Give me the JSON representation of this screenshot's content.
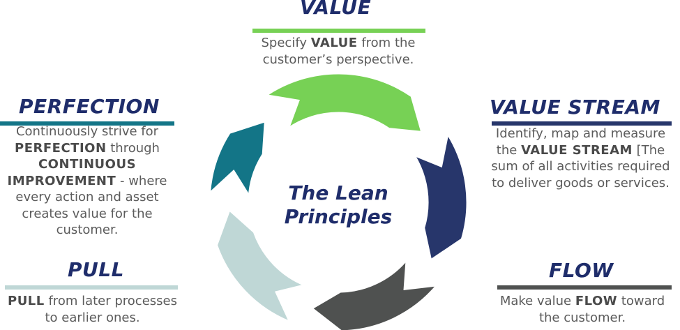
{
  "center": {
    "line1": "The Lean",
    "line2": "Principles"
  },
  "colors": {
    "value": "#77d155",
    "value_stream": "#27366b",
    "flow": "#4f5150",
    "pull": "#bfd7d6",
    "perfection": "#137587",
    "title": "#1f2d6b"
  },
  "value": {
    "title": "VALUE",
    "text_1": "Specify ",
    "bold_1": "VALUE",
    "text_2": " from the",
    "line_2": "customer’s perspective."
  },
  "value_stream": {
    "title": "VALUE STREAM",
    "line_1": "Identify, map and measure",
    "text_2a": "the ",
    "bold_2": "VALUE STREAM",
    "text_2b": " [The",
    "line_3": "sum of all activities required",
    "line_4": "to deliver goods or services."
  },
  "flow": {
    "title": "FLOW",
    "text_1a": "Make value ",
    "bold_1": "FLOW",
    "text_1b": " toward",
    "line_2": "the customer."
  },
  "pull": {
    "title": "PULL",
    "bold_1": "PULL",
    "text_1": " from later processes",
    "line_2": "to earlier ones."
  },
  "perfection": {
    "title": "PERFECTION",
    "line_1": "Continuously strive for",
    "bold_2": "PERFECTION",
    "text_2": " through",
    "bold_3": "CONTINUOUS",
    "bold_4": "IMPROVEMENT",
    "text_4": " - where",
    "line_5": "every action and asset",
    "line_6": "creates value for the",
    "line_7": "customer."
  }
}
